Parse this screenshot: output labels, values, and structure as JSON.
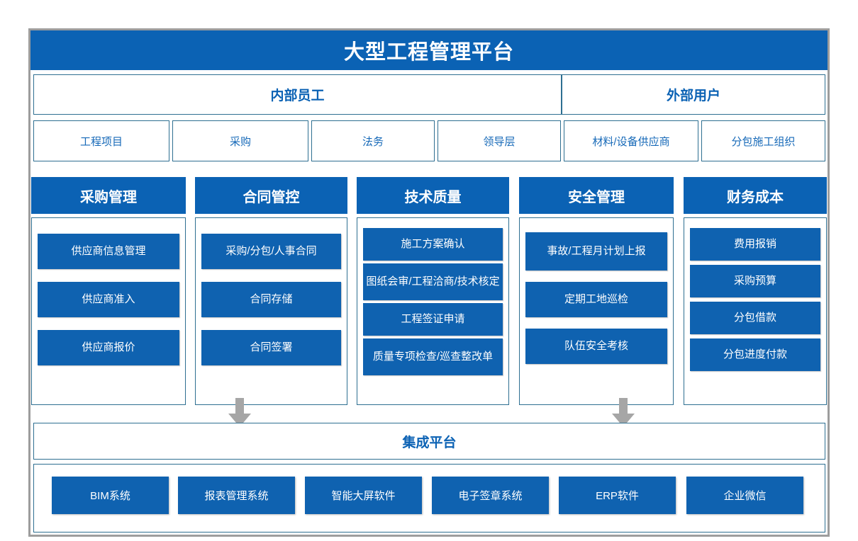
{
  "header": {
    "title": "大型工程管理平台"
  },
  "audiences": [
    {
      "label": "内部员工"
    },
    {
      "label": "外部用户"
    }
  ],
  "roles": [
    {
      "label": "工程项目"
    },
    {
      "label": "采购"
    },
    {
      "label": "法务"
    },
    {
      "label": "领导层"
    },
    {
      "label": "材料/设备供应商"
    },
    {
      "label": "分包施工组织"
    }
  ],
  "columns": [
    {
      "title": "采购管理",
      "items": [
        "供应商信息管理",
        "供应商准入",
        "供应商报价"
      ]
    },
    {
      "title": "合同管控",
      "items": [
        "采购/分包/人事合同",
        "合同存储",
        "合同签署"
      ]
    },
    {
      "title": "技术质量",
      "items": [
        "施工方案确认",
        "图纸会审/工程洽商/技术核定",
        "工程签证申请",
        "质量专项检查/巡查整改单"
      ]
    },
    {
      "title": "安全管理",
      "items": [
        "事故/工程月计划上报",
        "定期工地巡检",
        "队伍安全考核"
      ]
    },
    {
      "title": "财务成本",
      "items": [
        "费用报销",
        "采购预算",
        "分包借款",
        "分包进度付款"
      ]
    }
  ],
  "integration": {
    "label": "集成平台"
  },
  "systems": [
    {
      "label": "BIM系统"
    },
    {
      "label": "报表管理系统"
    },
    {
      "label": "智能大屏软件"
    },
    {
      "label": "电子签章系统"
    },
    {
      "label": "ERP软件"
    },
    {
      "label": "企业微信"
    }
  ],
  "arrows": [
    {
      "name": "down-arrow-left"
    },
    {
      "name": "down-arrow-right"
    }
  ],
  "colors": {
    "brand_blue": "#0b62b4",
    "item_blue": "#0f62b0",
    "box_border": "#2e6f91",
    "frame_border": "#9d9d9d",
    "arrow_gray": "#a6a6a6",
    "text_on_blue": "#ffffff"
  }
}
